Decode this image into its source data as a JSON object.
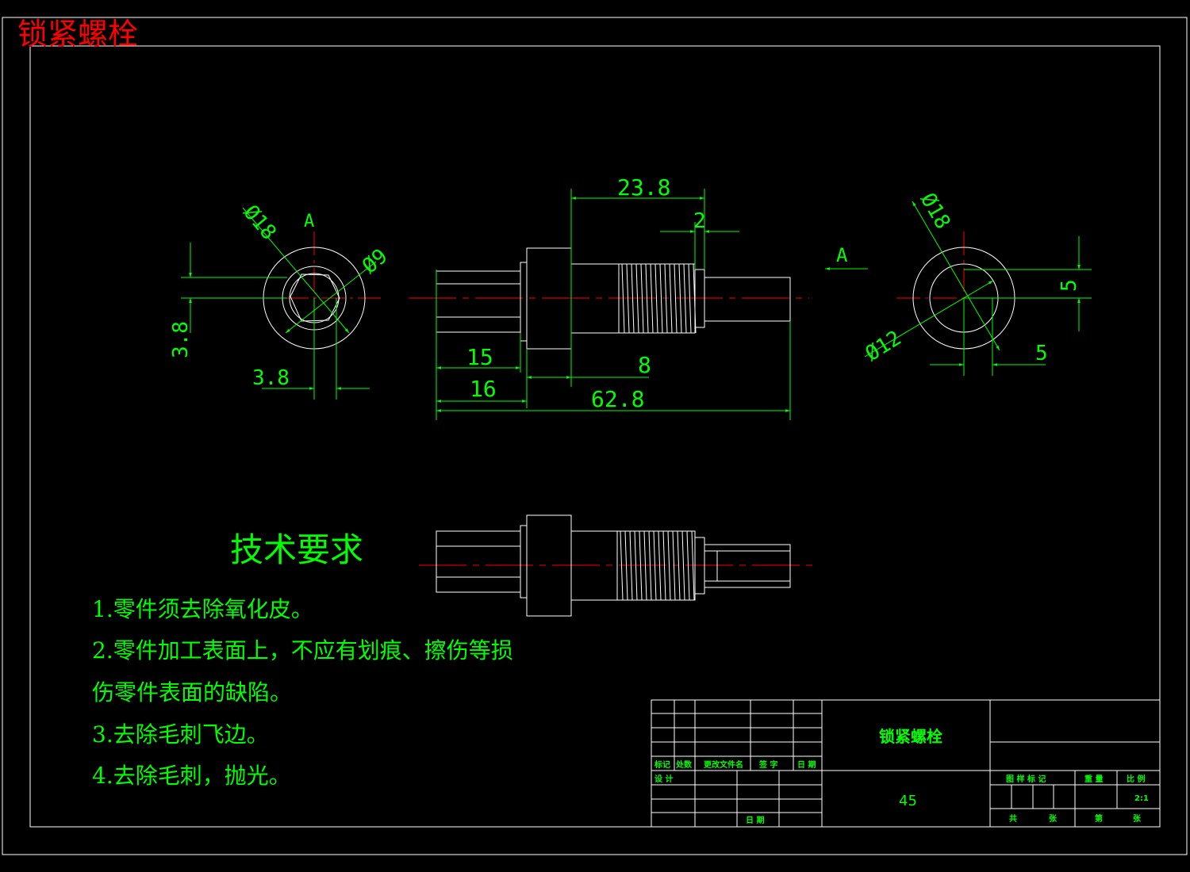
{
  "title": "锁紧螺栓",
  "colors": {
    "background": "#000000",
    "outline": "#ffffff",
    "dimension": "#00ff00",
    "centerline": "#ff0000",
    "title_text": "#ff0000"
  },
  "view_labels": {
    "left_section": "A",
    "right_arrow": "A"
  },
  "dimensions": {
    "left_dia_outer": "Ø18",
    "left_dia_inner": "Ø9",
    "left_vertical": "3.8",
    "left_horizontal": "3.8",
    "top_overall_thread": "23.8",
    "top_small": "2",
    "len_15": "15",
    "len_16": "16",
    "len_8": "8",
    "len_total": "62.8",
    "right_dia_outer": "Ø18",
    "right_dia_inner": "Ø12",
    "right_vertical": "5",
    "right_horizontal": "5"
  },
  "tech_requirements": {
    "heading": "技术要求",
    "items": [
      "1.零件须去除氧化皮。",
      "2.零件加工表面上，不应有划痕、擦伤等损",
      "伤零件表面的缺陷。",
      "3.去除毛刺飞边。",
      "4.去除毛刺，抛光。"
    ]
  },
  "title_block": {
    "part_name": "锁紧螺栓",
    "material": "45",
    "col_labels": [
      "标记",
      "处数",
      "更改文件名",
      "签  字",
      "日 期"
    ],
    "design_label": "设 计",
    "date_label": "日 期",
    "right_labels": [
      "图 样 标 记",
      "重 量",
      "比 例"
    ],
    "scale": "2:1",
    "sheet_labels": [
      "共",
      "张",
      "第",
      "张"
    ]
  }
}
